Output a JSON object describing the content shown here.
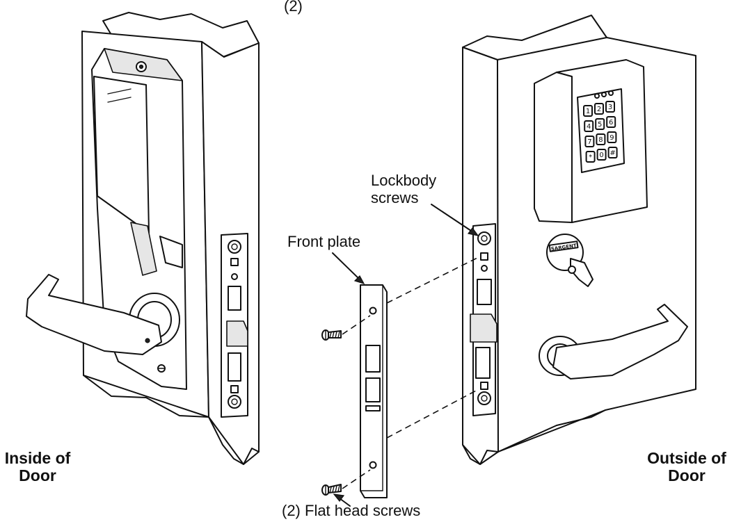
{
  "labels": {
    "lockbody_screws_line1": "Lockbody",
    "lockbody_screws_line2": "screws",
    "front_plate": "Front plate",
    "flat_head_screws": "(2) Flat head screws",
    "inside_of_door_line1": "Inside of",
    "inside_of_door_line2": "Door",
    "outside_of_door_line1": "Outside of",
    "outside_of_door_line2": "Door",
    "top_cut_off_fragment": "(2)"
  },
  "keypad_keys": [
    "1",
    "2",
    "3",
    "4",
    "5",
    "6",
    "7",
    "8",
    "9",
    "*",
    "0",
    "#"
  ],
  "cylinder_brand": "SARGENT"
}
